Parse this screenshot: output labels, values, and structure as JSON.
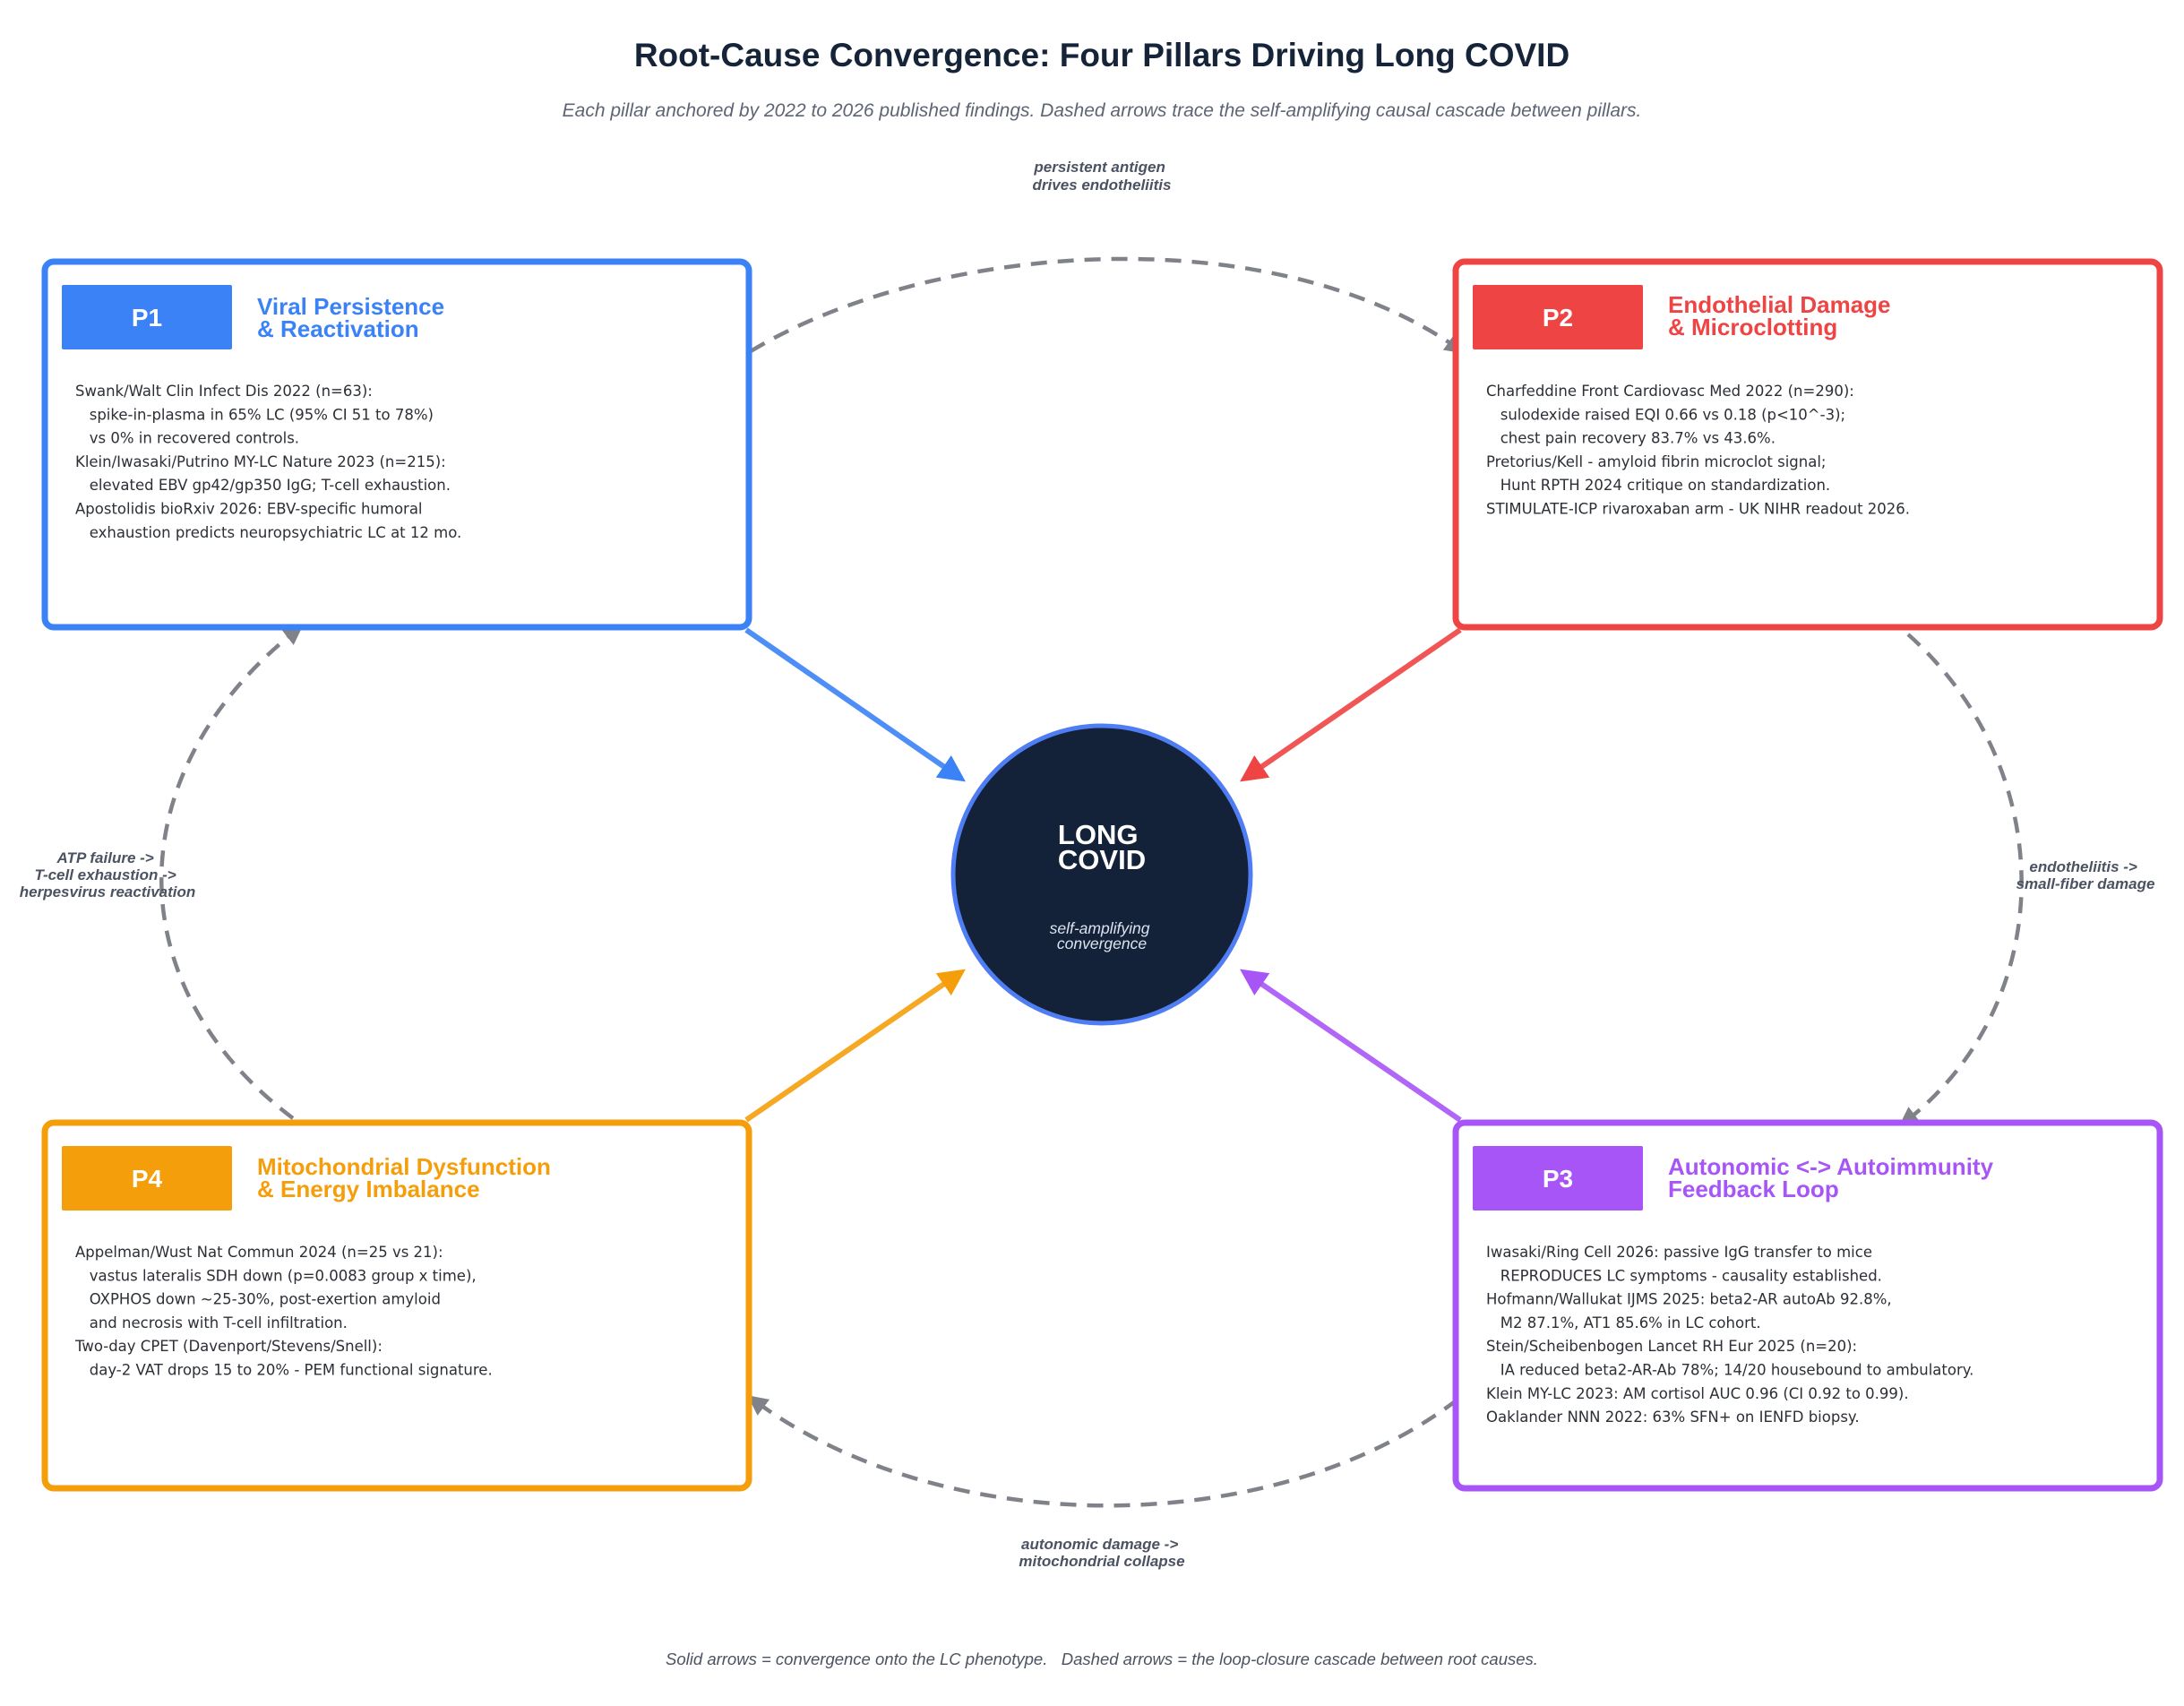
{
  "title": "Root-Cause Convergence: Four Pillars Driving Long COVID",
  "subtitle": "Each pillar anchored by 2022 to 2026 published findings. Dashed arrows trace the self-amplifying causal cascade between pillars.",
  "center": {
    "title_lines": [
      "LONG",
      "COVID"
    ],
    "sub_lines": [
      "self-amplifying",
      "convergence"
    ]
  },
  "colors": {
    "p1": "#3b82f6",
    "p2": "#ef4444",
    "p3": "#a855f7",
    "p4": "#f59e0b",
    "center_fill": "#132238",
    "center_stroke": "#4f7df3",
    "dashed": "#80828a"
  },
  "pillars": {
    "p1": {
      "badge": "P1",
      "title_lines": [
        "Viral Persistence",
        "& Reactivation"
      ],
      "lines": [
        "Swank/Walt Clin Infect Dis 2022 (n=63):",
        "   spike-in-plasma in 65% LC (95% CI 51 to 78%)",
        "   vs 0% in recovered controls.",
        "Klein/Iwasaki/Putrino MY-LC Nature 2023 (n=215):",
        "   elevated EBV gp42/gp350 IgG; T-cell exhaustion.",
        "Apostolidis bioRxiv 2026: EBV-specific humoral",
        "   exhaustion predicts neuropsychiatric LC at 12 mo."
      ]
    },
    "p2": {
      "badge": "P2",
      "title_lines": [
        "Endothelial Damage",
        "& Microclotting"
      ],
      "lines": [
        "Charfeddine Front Cardiovasc Med 2022 (n=290):",
        "   sulodexide raised EQI 0.66 vs 0.18 (p<10^-3);",
        "   chest pain recovery 83.7% vs 43.6%.",
        "Pretorius/Kell - amyloid fibrin microclot signal;",
        "   Hunt RPTH 2024 critique on standardization.",
        "STIMULATE-ICP rivaroxaban arm - UK NIHR readout 2026."
      ]
    },
    "p3": {
      "badge": "P3",
      "title_lines": [
        "Autonomic <-> Autoimmunity",
        "Feedback Loop"
      ],
      "lines": [
        "Iwasaki/Ring Cell 2026: passive IgG transfer to mice",
        "   REPRODUCES LC symptoms - causality established.",
        "Hofmann/Wallukat IJMS 2025: beta2-AR autoAb 92.8%,",
        "   M2 87.1%, AT1 85.6% in LC cohort.",
        "Stein/Scheibenbogen Lancet RH Eur 2025 (n=20):",
        "   IA reduced beta2-AR-Ab 78%; 14/20 housebound to ambulatory.",
        "Klein MY-LC 2023: AM cortisol AUC 0.96 (CI 0.92 to 0.99).",
        "Oaklander NNN 2022: 63% SFN+ on IENFD biopsy."
      ]
    },
    "p4": {
      "badge": "P4",
      "title_lines": [
        "Mitochondrial Dysfunction",
        "& Energy Imbalance"
      ],
      "lines": [
        "Appelman/Wust Nat Commun 2024 (n=25 vs 21):",
        "   vastus lateralis SDH down (p=0.0083 group x time),",
        "   OXPHOS down ~25-30%, post-exertion amyloid",
        "   and necrosis with T-cell infiltration.",
        "Two-day CPET (Davenport/Stevens/Snell):",
        "   day-2 VAT drops 15 to 20% - PEM functional signature."
      ]
    }
  },
  "links": {
    "p1_p2": [
      "persistent antigen",
      "drives endotheliitis"
    ],
    "p2_p3": [
      "endotheliitis ->",
      "small-fiber damage"
    ],
    "p3_p4": [
      "autonomic damage ->",
      "mitochondrial collapse"
    ],
    "p4_p1": [
      "ATP failure ->",
      "T-cell exhaustion ->",
      "herpesvirus reactivation"
    ]
  },
  "footnote": "Solid arrows = convergence onto the LC phenotype.   Dashed arrows = the loop-closure cascade between root causes."
}
